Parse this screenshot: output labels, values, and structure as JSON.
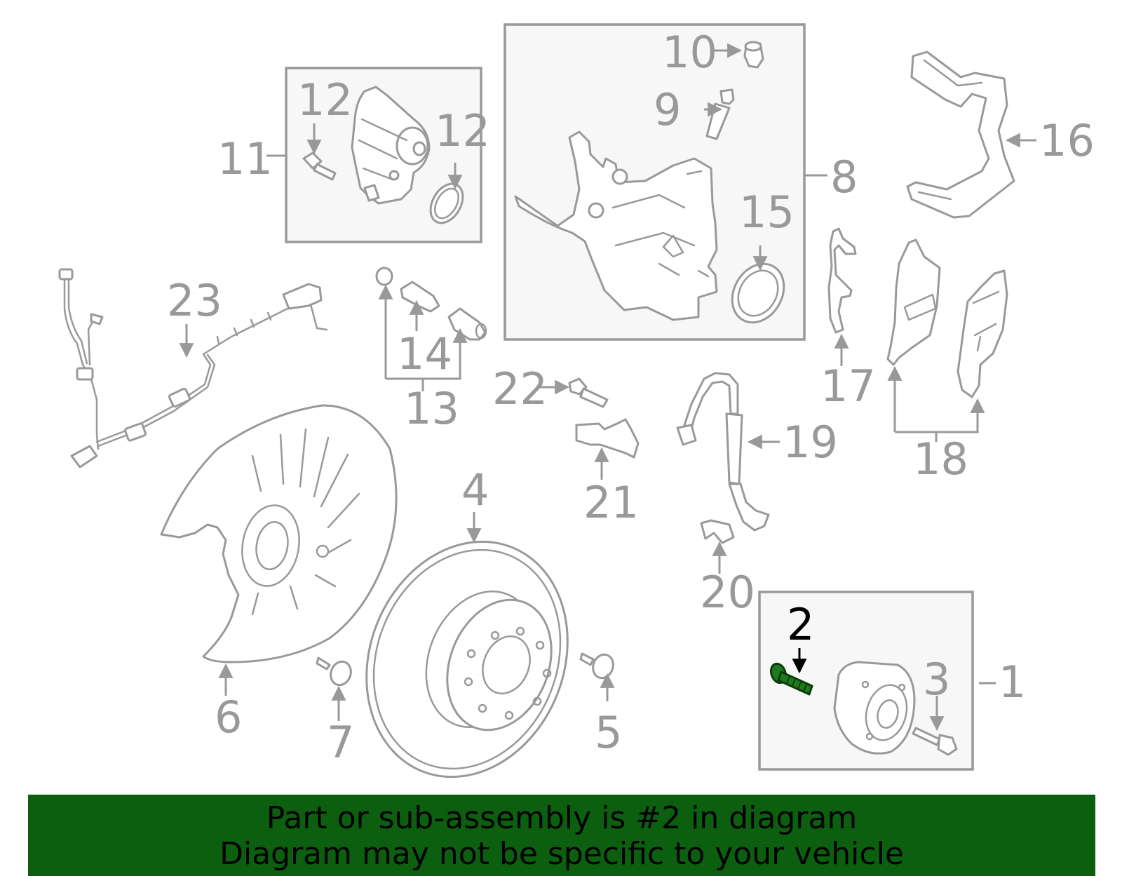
{
  "colors": {
    "part_line": "#999999",
    "highlight": "#1f7a1f",
    "banner_bg": "#0d5f10",
    "banner_text": "#000000",
    "highlight_label": "#000000"
  },
  "callouts": {
    "c1": "1",
    "c2": "2",
    "c3": "3",
    "c4": "4",
    "c5": "5",
    "c6": "6",
    "c7": "7",
    "c8": "8",
    "c9": "9",
    "c10": "10",
    "c11": "11",
    "c12a": "12",
    "c12b": "12",
    "c13": "13",
    "c14": "14",
    "c15": "15",
    "c16": "16",
    "c17": "17",
    "c18": "18",
    "c19": "19",
    "c20": "20",
    "c21": "21",
    "c22": "22",
    "c23": "23"
  },
  "highlighted_part": "2",
  "banner": {
    "line1": "Part or sub-assembly is #2 in diagram",
    "line2": "Diagram may not be specific to your vehicle"
  }
}
